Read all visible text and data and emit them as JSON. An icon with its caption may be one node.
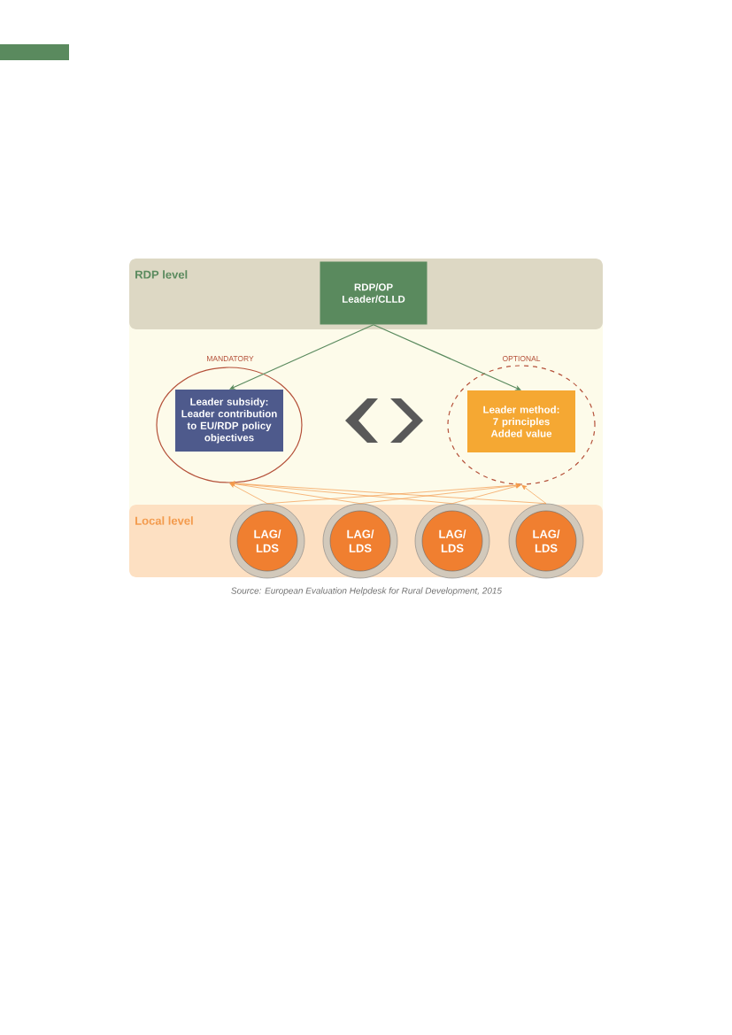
{
  "diagram": {
    "nodes": [
      {
        "text": [
          "RDP level"
        ]
      },
      {
        "text": [
          "RDP/OP Leader/CLLD"
        ],
        "in": 0
      },
      {
        "text": [
          "MANDATORY"
        ]
      },
      {
        "text": [
          "Leader subsidy: Leader contribution to EU/RDP policy objectives"
        ],
        "in": 2
      },
      {
        "text": [
          "OPTIONAL"
        ]
      },
      {
        "text": [
          "Leader method: 7 principles Added value"
        ],
        "in": 4
      },
      {
        "text": [
          "Local level"
        ]
      },
      {
        "text": [
          "LAG/ LDS"
        ],
        "in": 6
      },
      {
        "text": [
          "LAG/ LDS"
        ],
        "in": 6
      },
      {
        "text": [
          "LAG/ LDS"
        ],
        "in": 6
      },
      {
        "text": [
          "LAG/ LDS"
        ],
        "in": 6
      }
    ],
    "edges": [
      {
        "from": 1,
        "to": 3,
        "arrow": "to",
        "color": "#5a8a5e"
      },
      {
        "from": 1,
        "to": 5,
        "arrow": "to",
        "color": "#5a8a5e"
      },
      {
        "from": 7,
        "to": 2,
        "arrow": "to"
      },
      {
        "from": 7,
        "to": 4,
        "arrow": "to"
      },
      {
        "from": 8,
        "to": 2,
        "arrow": "to"
      },
      {
        "from": 8,
        "to": 4,
        "arrow": "to"
      },
      {
        "from": 9,
        "to": 2,
        "arrow": "to"
      },
      {
        "from": 9,
        "to": 4,
        "arrow": "to"
      },
      {
        "from": 10,
        "to": 2,
        "arrow": "to"
      },
      {
        "from": 10,
        "to": 4,
        "arrow": "to"
      }
    ],
    "caption": "Source: European Evaluation Helpdesk for Rural Development, 2015"
  }
}
